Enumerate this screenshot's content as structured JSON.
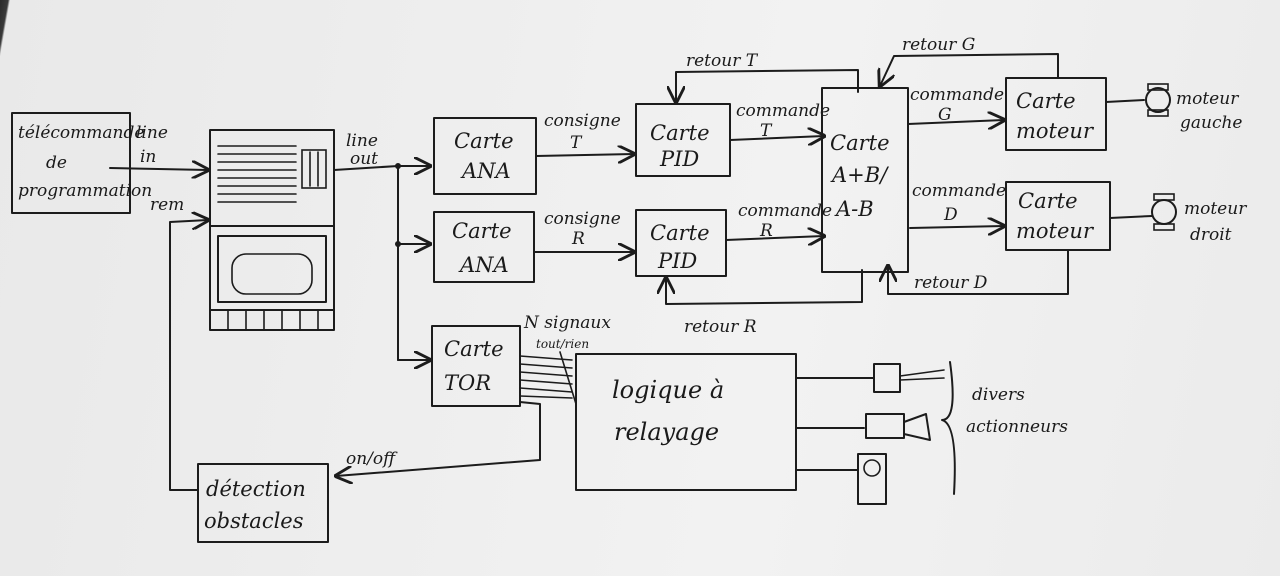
{
  "colors": {
    "paper": "#efefef",
    "ink": "#1c1c1c"
  },
  "blocks": {
    "remote": [
      "télécommande",
      "de",
      "programmation"
    ],
    "ana_t": [
      "Carte",
      "ANA"
    ],
    "ana_r": [
      "Carte",
      "ANA"
    ],
    "pid_t": [
      "Carte",
      "PID"
    ],
    "pid_r": [
      "Carte",
      "PID"
    ],
    "mixer": [
      "Carte",
      "A+B/",
      "A-B"
    ],
    "motor_card_g": [
      "Carte",
      "moteur"
    ],
    "motor_card_d": [
      "Carte",
      "moteur"
    ],
    "tor": [
      "Carte",
      "TOR"
    ],
    "relay": [
      "logique à",
      "relayage"
    ],
    "obstacle": [
      "détection",
      "obstacles"
    ]
  },
  "labels": {
    "line_in": [
      "line",
      "in"
    ],
    "line_out": [
      "line",
      "out"
    ],
    "rem": "rem",
    "consigne_t": [
      "consigne",
      "T"
    ],
    "consigne_r": [
      "consigne",
      "R"
    ],
    "commande_t": [
      "commande",
      "T"
    ],
    "commande_r": [
      "commande",
      "R"
    ],
    "commande_g": [
      "commande",
      "G"
    ],
    "commande_d": [
      "commande",
      "D"
    ],
    "retour_t": "retour T",
    "retour_g": "retour G",
    "retour_d": "retour D",
    "retour_r": "retour R",
    "n_signaux": [
      "N signaux",
      "tout/rien"
    ],
    "on_off": "on/off",
    "moteur_gauche": [
      "moteur",
      "gauche"
    ],
    "moteur_droit": [
      "moteur",
      "droit"
    ],
    "divers_actionneurs": [
      "divers",
      "actionneurs"
    ]
  }
}
